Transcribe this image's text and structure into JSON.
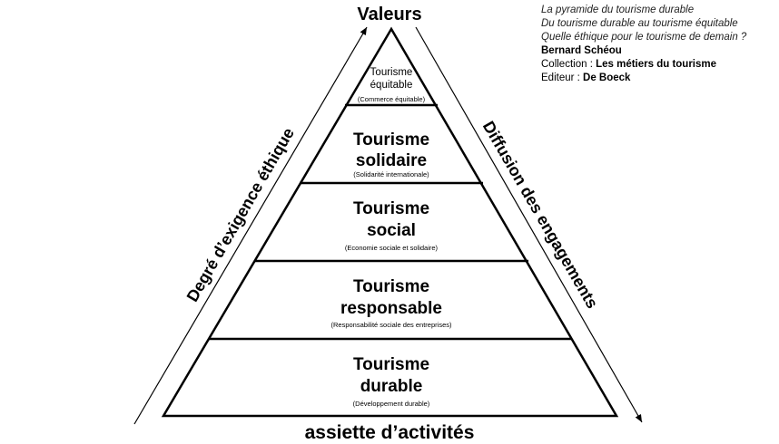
{
  "diagram": {
    "top_label": "Valeurs",
    "bottom_label": "assiette d’activités",
    "left_axis_label": "Degré d’exigence éthique",
    "right_axis_label": "Diffusion des engagements",
    "levels": [
      {
        "title_line1": "Tourisme",
        "title_line2": "équitable",
        "subtitle": "(Commerce équitable)"
      },
      {
        "title_line1": "Tourisme",
        "title_line2": "solidaire",
        "subtitle": "(Solidarité internationale)"
      },
      {
        "title_line1": "Tourisme",
        "title_line2": "social",
        "subtitle": "(Economie sociale et solidaire)"
      },
      {
        "title_line1": "Tourisme",
        "title_line2": "responsable",
        "subtitle": "(Responsabilité sociale des entreprises)"
      },
      {
        "title_line1": "Tourisme",
        "title_line2": "durable",
        "subtitle": "(Développement durable)"
      }
    ]
  },
  "credits": {
    "line1": "La pyramide du tourisme durable",
    "line2": "Du tourisme durable au tourisme équitable",
    "line3": "Quelle éthique pour le tourisme de demain ?",
    "author": "Bernard Schéou",
    "collection_label": "Collection : ",
    "collection_value": "Les métiers du tourisme",
    "publisher_label": "Editeur : ",
    "publisher_value": "De Boeck"
  }
}
